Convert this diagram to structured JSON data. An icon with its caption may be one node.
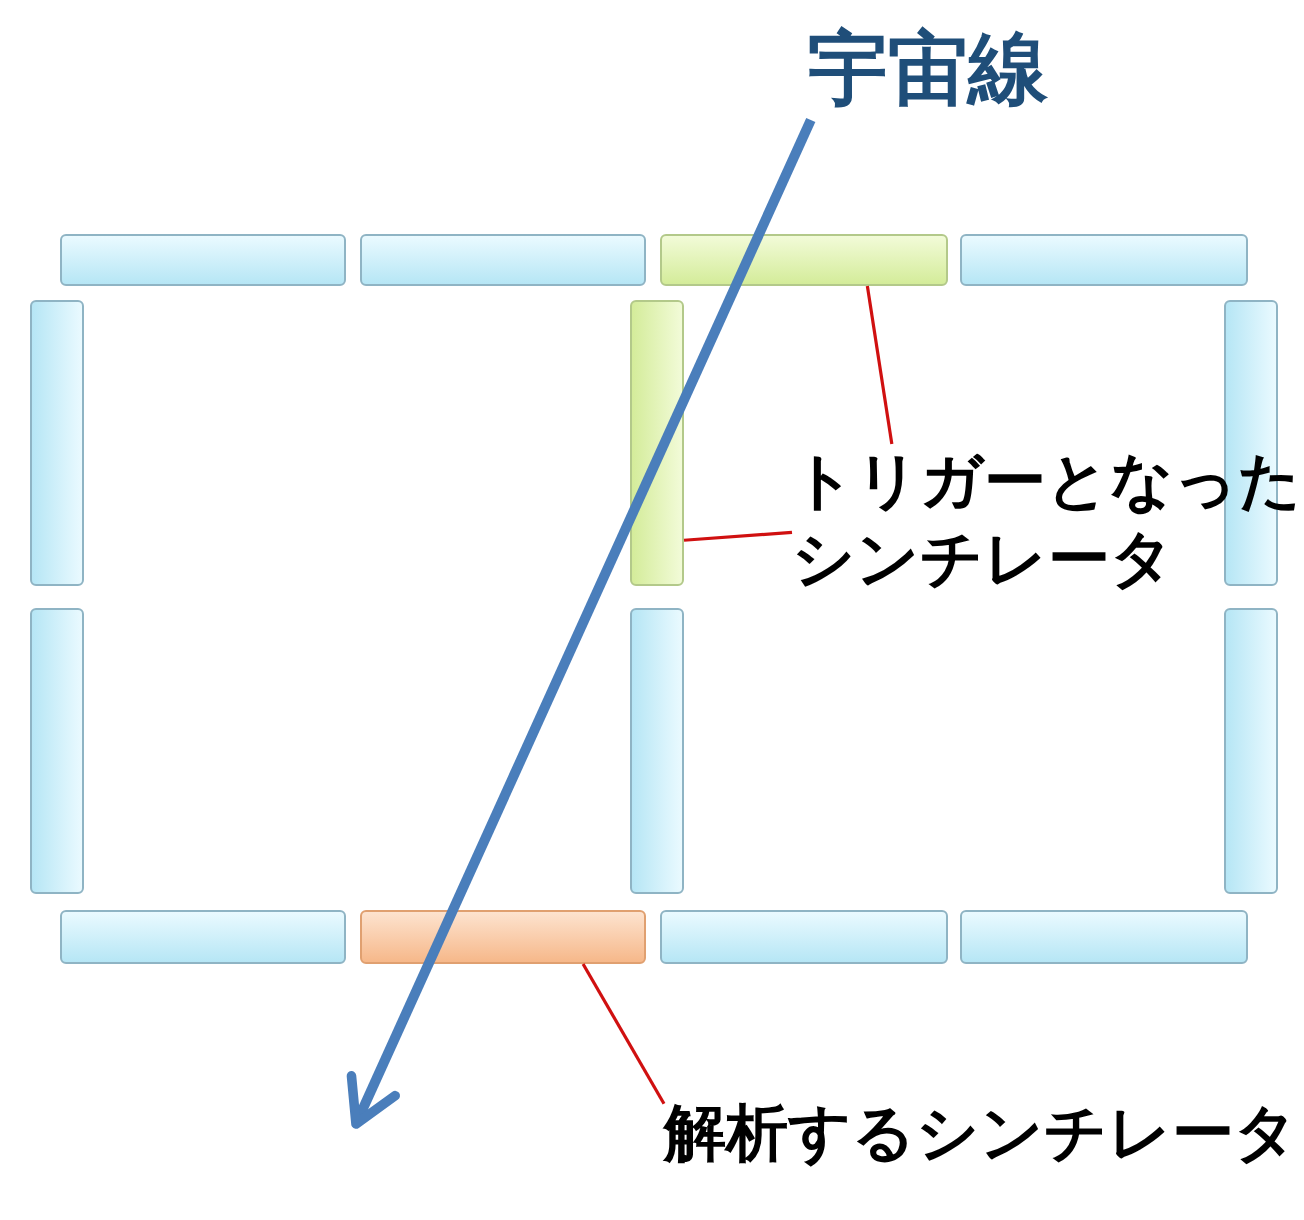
{
  "diagram": {
    "nodes": [
      {
        "text": [
          "宇宙線"
        ]
      },
      {
        "text": [],
        "shape": "bar"
      },
      {
        "text": [],
        "shape": "bar"
      },
      {
        "text": [],
        "shape": "bar"
      },
      {
        "text": [],
        "shape": "bar"
      },
      {
        "text": [],
        "shape": "bar"
      },
      {
        "text": [],
        "shape": "bar"
      },
      {
        "text": [],
        "shape": "bar"
      },
      {
        "text": [],
        "shape": "bar"
      },
      {
        "text": [],
        "shape": "bar"
      },
      {
        "text": [],
        "shape": "bar"
      },
      {
        "text": [],
        "shape": "bar"
      },
      {
        "text": [],
        "shape": "bar"
      },
      {
        "text": [],
        "shape": "bar"
      },
      {
        "text": [],
        "shape": "bar"
      },
      {
        "text": [
          "トリガーとなったシンチレータ"
        ]
      },
      {
        "text": [
          "解析するシンチレータ"
        ]
      }
    ],
    "edges": [
      {
        "from": 0,
        "to": null,
        "arrow": "to",
        "style": "thick",
        "color": "#4a7ebb"
      },
      {
        "from": 15,
        "to": 3,
        "arrow": "none"
      },
      {
        "from": 15,
        "to": 6,
        "arrow": "none"
      },
      {
        "from": 16,
        "to": 12,
        "arrow": "none"
      }
    ]
  }
}
